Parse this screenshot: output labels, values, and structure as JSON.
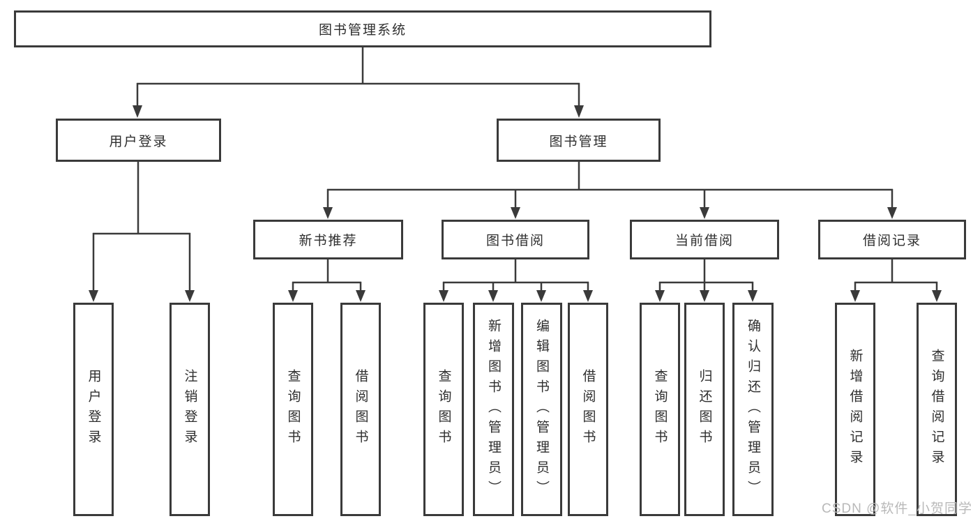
{
  "tree": {
    "root": "图书管理系统",
    "branches": [
      {
        "label": "用户登录",
        "children": [
          "用户登录",
          "注销登录"
        ]
      },
      {
        "label": "图书管理",
        "groups": [
          {
            "label": "新书推荐",
            "children": [
              "查询图书",
              "借阅图书"
            ]
          },
          {
            "label": "图书借阅",
            "children": [
              "查询图书",
              "新增图书（管理员）",
              "编辑图书（管理员）",
              "借阅图书"
            ]
          },
          {
            "label": "当前借阅",
            "children": [
              "查询图书",
              "归还图书",
              "确认归还（管理员）"
            ]
          },
          {
            "label": "借阅记录",
            "children": [
              "新增借阅记录",
              "查询借阅记录"
            ]
          }
        ]
      }
    ]
  },
  "watermark": "CSDN @软件_小贺同学",
  "colors": {
    "line": "#3a3a3a",
    "text": "#2e2e2e",
    "background": "#ffffff",
    "watermark": "#b9b9b9"
  }
}
